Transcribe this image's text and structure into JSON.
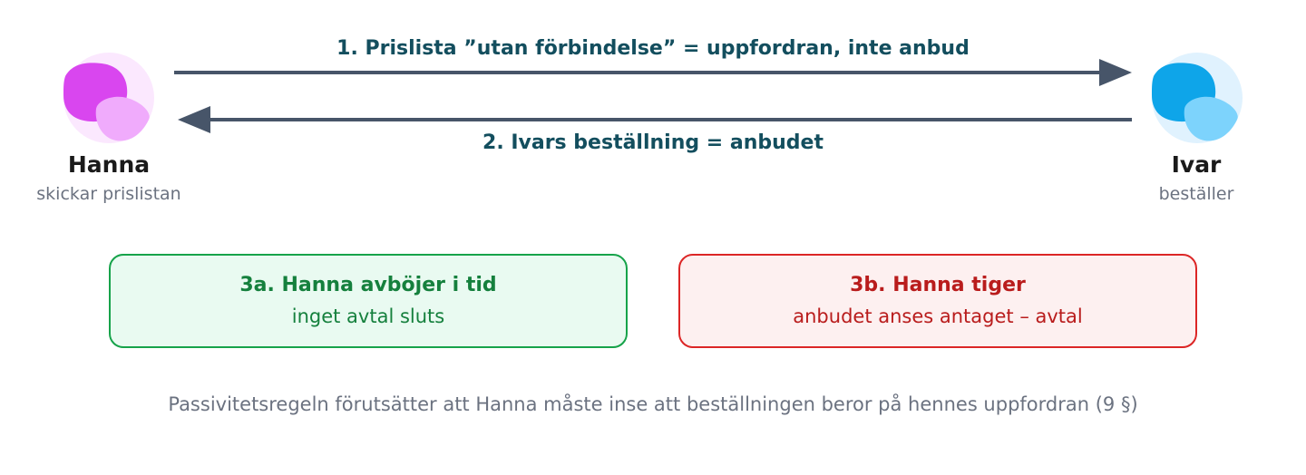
{
  "arrow_1": {
    "label": "1. Prislista ”utan förbindelse” = uppfordran, inte anbud"
  },
  "arrow_2": {
    "label": "2. Ivars beställning = anbudet"
  },
  "parties": {
    "hanna": {
      "name": "Hanna",
      "role": "skickar prislistan"
    },
    "ivar": {
      "name": "Ivar",
      "role": "beställer"
    }
  },
  "outcomes": {
    "a": {
      "title": "3a. Hanna avböjer i tid",
      "subtitle": "inget avtal sluts"
    },
    "b": {
      "title": "3b. Hanna tiger",
      "subtitle": "anbudet anses antaget – avtal"
    }
  },
  "footnote": "Passivitetsregeln förutsätter att Hanna måste inse att beställningen beror på hennes uppfordran (9 §)",
  "colors": {
    "arrow": "#475569",
    "arrow_label": "#134e5e",
    "hanna_avatar": "#d946ef",
    "hanna_avatar_light": "#f0abfc",
    "hanna_avatar_bg": "#fbe8fe",
    "ivar_avatar": "#0ea5e9",
    "ivar_avatar_light": "#7dd3fc",
    "ivar_avatar_bg": "#e0f2fe",
    "outcome_a_border": "#16a34a",
    "outcome_a_bg": "#e9faf1",
    "outcome_a_text": "#15803d",
    "outcome_b_border": "#dc2626",
    "outcome_b_bg": "#fdf0f0",
    "outcome_b_text": "#b91c1c"
  },
  "icons": {
    "hanna": "person-avatar-icon",
    "ivar": "person-avatar-icon"
  }
}
